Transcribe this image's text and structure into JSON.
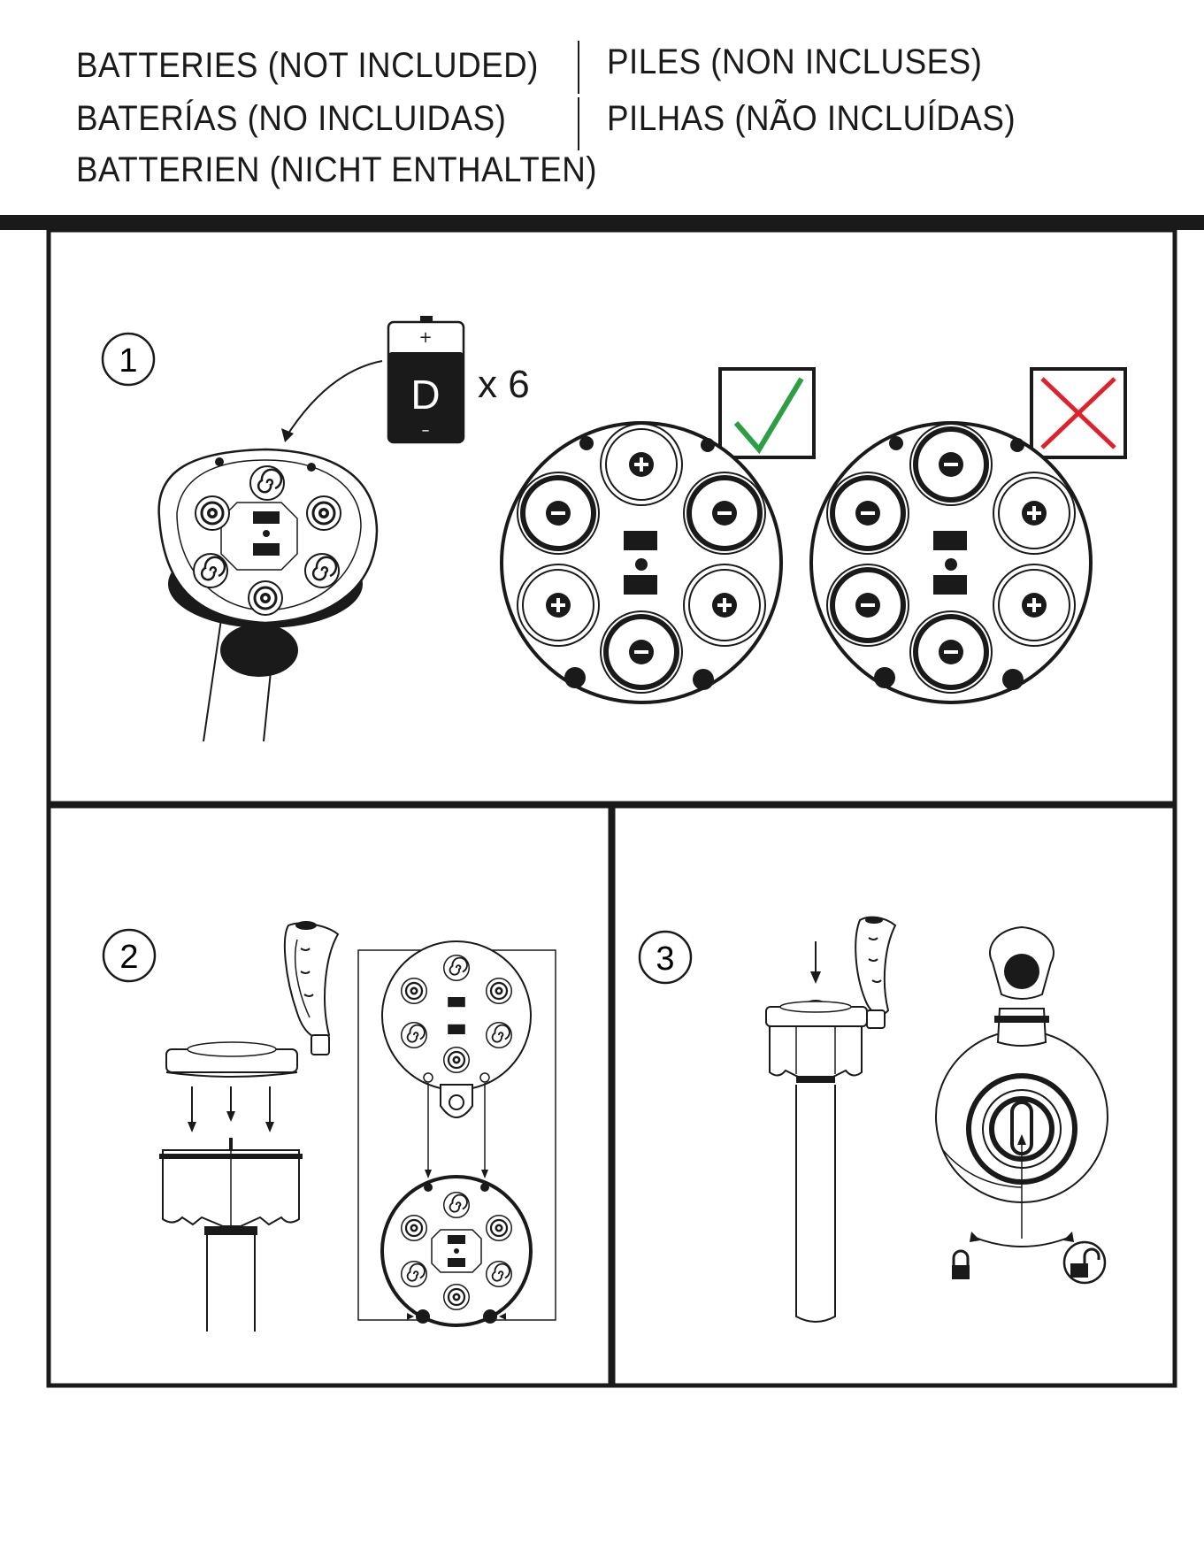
{
  "header": {
    "line_en": "BATTERIES (NOT INCLUDED)",
    "line_es": "BATERÍAS (NO INCLUIDAS)",
    "line_de": "BATTERIEN (NICHT ENTHALTEN)",
    "line_fr": "PILES (NON INCLUSES)",
    "line_pt": "PILHAS (NÃO INCLUÍDAS)"
  },
  "step1": {
    "number": "1",
    "battery_type": "D",
    "battery_plus": "+",
    "battery_minus": "–",
    "quantity": "x 6",
    "correct_color": "#2e9e44",
    "wrong_color": "#e0202a",
    "correct_layout": [
      "+",
      "–",
      "–",
      "+",
      "+",
      "–"
    ],
    "wrong_layout": [
      "–",
      "+",
      "+",
      "–",
      "–",
      "–"
    ]
  },
  "step2": {
    "number": "2"
  },
  "step3": {
    "number": "3"
  }
}
